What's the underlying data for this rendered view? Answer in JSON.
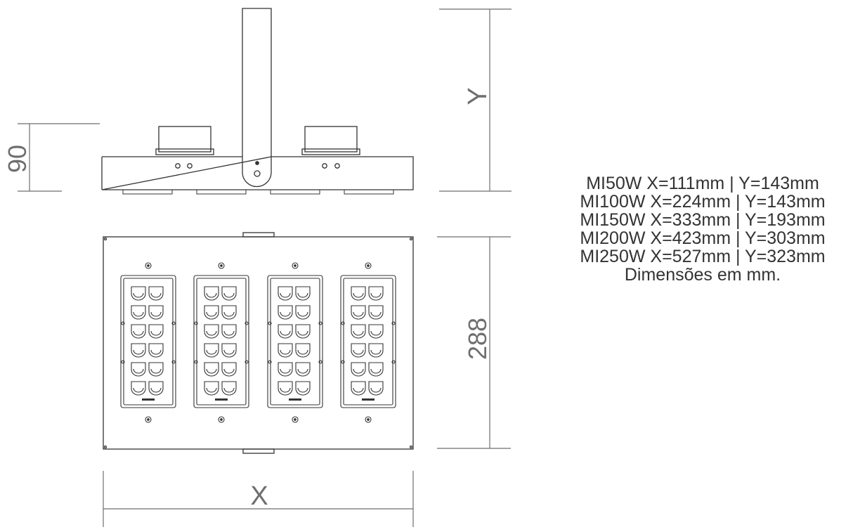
{
  "dimensions": {
    "side_height_label": "90",
    "y_label": "Y",
    "width_label": "X",
    "depth_label": "288"
  },
  "spec_lines": [
    "MI50W X=111mm | Y=143mm",
    "MI100W X=224mm | Y=143mm",
    "MI150W X=333mm | Y=193mm",
    "MI200W X=423mm | Y=303mm",
    "MI250W X=527mm | Y=323mm",
    "Dimensões em mm."
  ],
  "led_modules": {
    "count": 4,
    "lenses_per_module": 12
  },
  "colors": {
    "line": "#333333",
    "dimension": "#6e6e6e"
  }
}
